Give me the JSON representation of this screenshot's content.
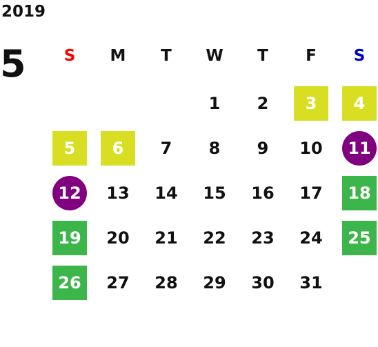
{
  "year": "2019",
  "month": "5",
  "colors": {
    "sunday": "#ff0000",
    "saturday": "#0000cc",
    "weekday": "#111111",
    "highlight_yellow": "#d8df22",
    "highlight_green": "#3cb64a",
    "highlight_purple": "#800080"
  },
  "weekdays": [
    "S",
    "M",
    "T",
    "W",
    "T",
    "F",
    "S"
  ],
  "first_weekday_index": 3,
  "days_in_month": 31,
  "highlights": {
    "3": "yellow",
    "4": "yellow",
    "5": "yellow",
    "6": "yellow",
    "11": "purple",
    "12": "purple",
    "18": "green",
    "19": "green",
    "25": "green",
    "26": "green"
  }
}
